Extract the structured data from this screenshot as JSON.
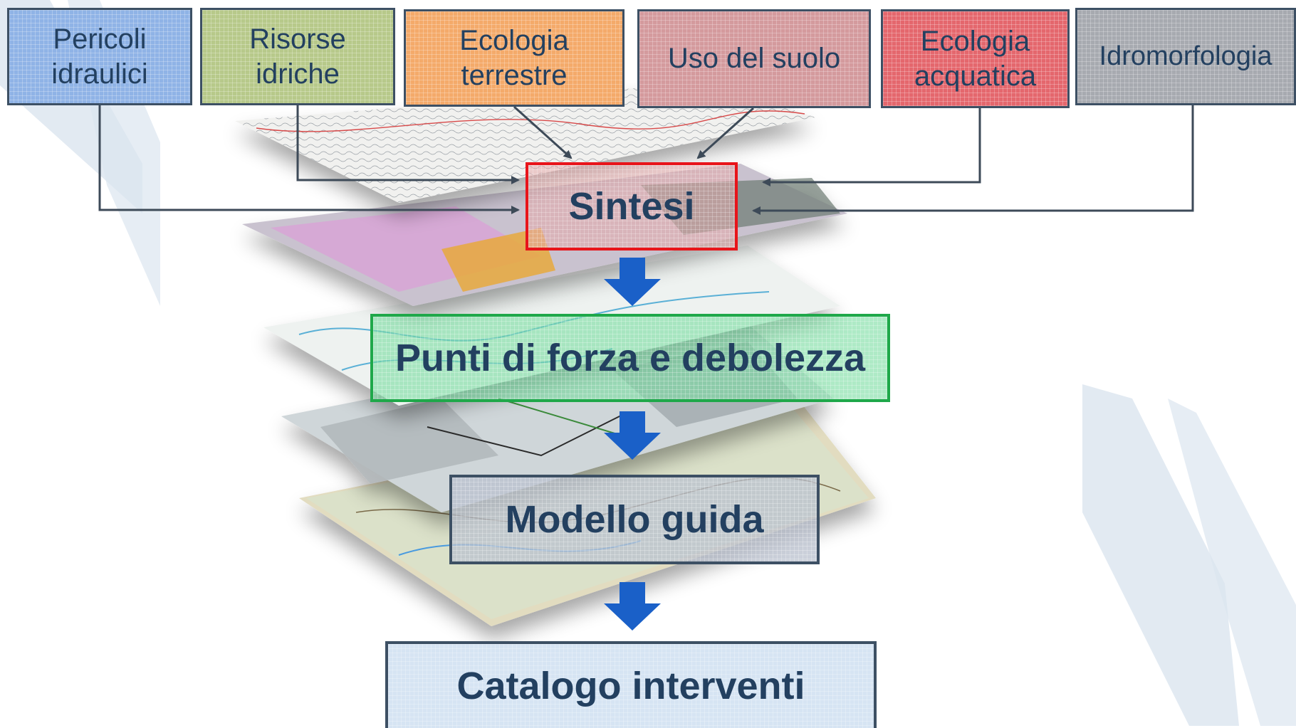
{
  "sources": [
    {
      "label": "Pericoli\nidraulici",
      "color": "#8fb3e6"
    },
    {
      "label": "Risorse\nidriche",
      "color": "#b7c98a"
    },
    {
      "label": "Ecologia\nterrestre",
      "color": "#f4aa6a"
    },
    {
      "label": "Uso del suolo",
      "color": "#d49a9d"
    },
    {
      "label": "Ecologia\nacquatica",
      "color": "#e4676d"
    },
    {
      "label": "Idromorfologia",
      "color": "#a7aab0"
    }
  ],
  "synthesis": {
    "label": "Sintesi",
    "border": "#e8141a"
  },
  "strengths": {
    "label": "Punti di forza e debolezza",
    "border": "#1fa84a"
  },
  "model": {
    "label": "Modello guida",
    "border": "#3d5064"
  },
  "catalog": {
    "label": "Catalogo interventi",
    "border": "#3d5064"
  },
  "flow_arrow_color": "#1a60c8",
  "connector_color": "#3d4a58",
  "text_color": "#234060"
}
